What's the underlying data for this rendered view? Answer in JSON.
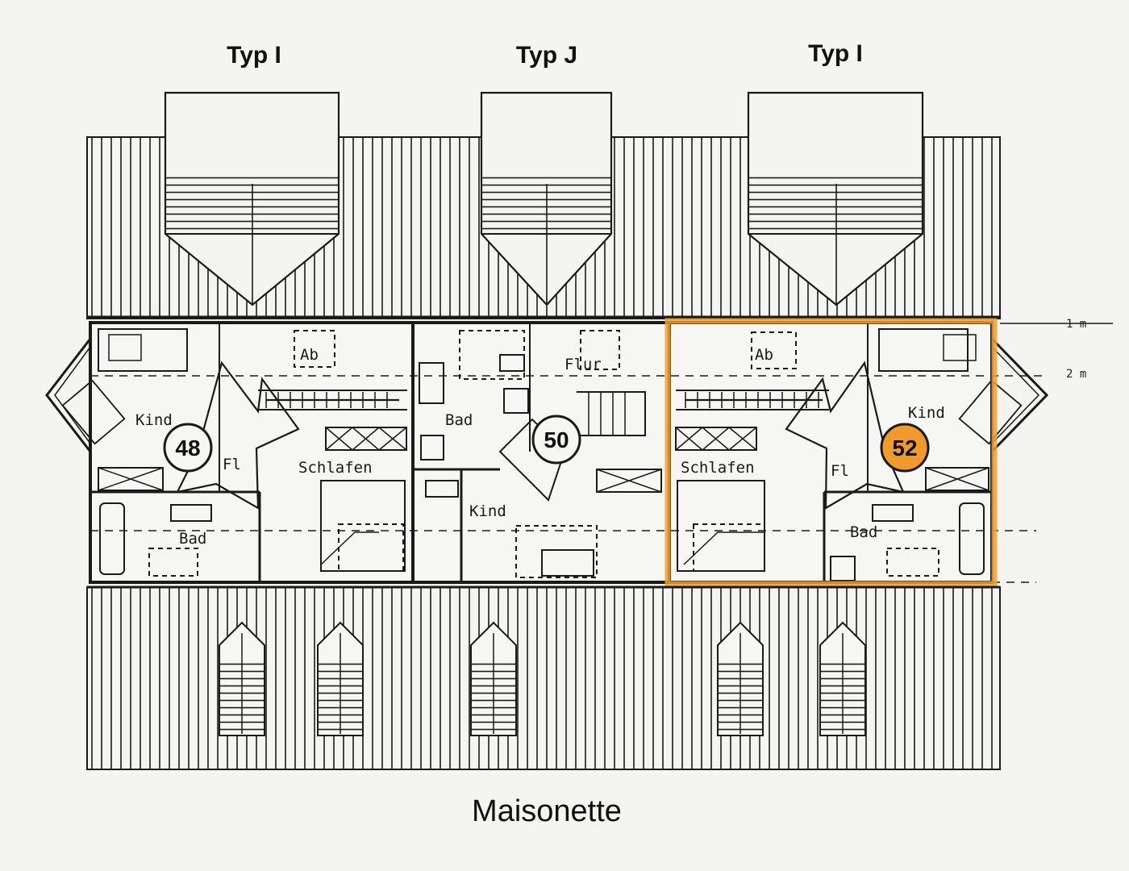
{
  "diagram": {
    "type_labels": [
      "Typ I",
      "Typ J",
      "Typ I"
    ],
    "caption": "Maisonette",
    "scale_marks": [
      "1 m",
      "2 m"
    ],
    "units": [
      {
        "number": "48",
        "highlighted": false,
        "rooms": [
          "Kind",
          "Fl",
          "Ab",
          "Schlafen",
          "Bad"
        ]
      },
      {
        "number": "50",
        "highlighted": false,
        "rooms": [
          "Flur",
          "Bad",
          "Kind"
        ]
      },
      {
        "number": "52",
        "highlighted": true,
        "rooms": [
          "Ab",
          "Kind",
          "Schlafen",
          "Fl",
          "Bad"
        ]
      }
    ],
    "colors": {
      "line": "#1a1a1a",
      "paper": "#f4f4f2",
      "highlight": "#f0a030",
      "highlight_fill": "#f09a2a"
    }
  }
}
